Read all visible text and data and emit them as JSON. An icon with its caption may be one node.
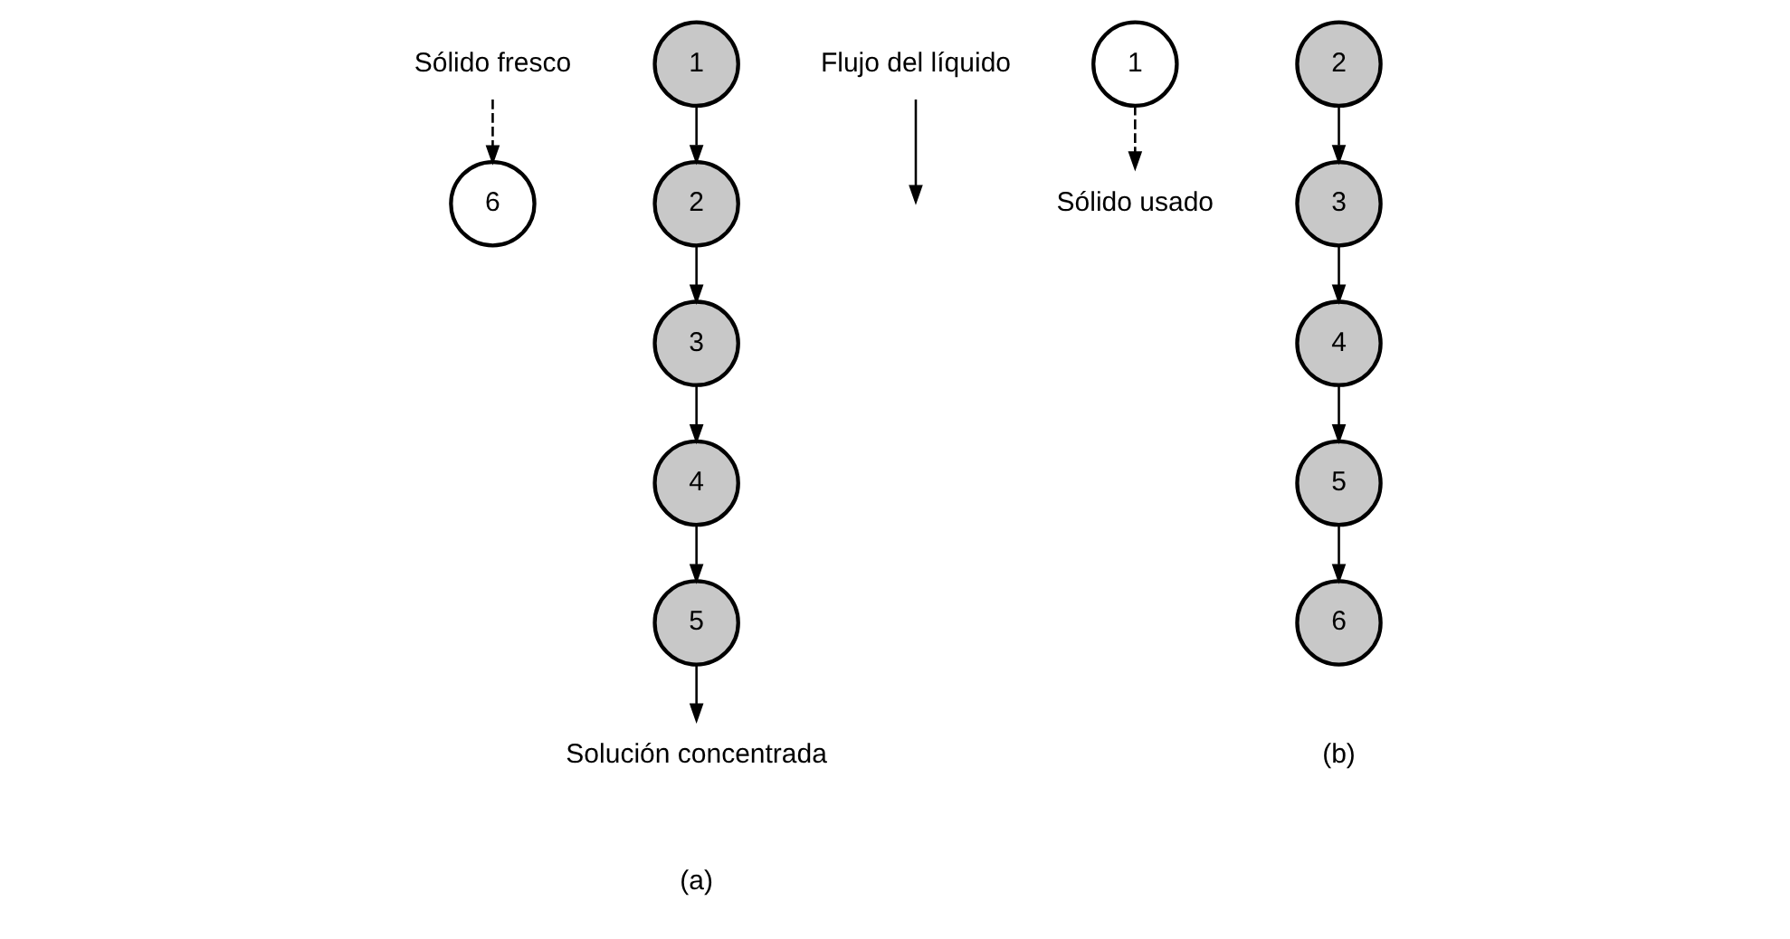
{
  "diagram": {
    "nodes": [
      {
        "text": [
          "Sólido fresco"
        ]
      },
      {
        "text": [
          "6"
        ]
      },
      {
        "text": [
          "1"
        ]
      },
      {
        "text": [
          "2"
        ]
      },
      {
        "text": [
          "3"
        ]
      },
      {
        "text": [
          "4"
        ]
      },
      {
        "text": [
          "5"
        ]
      },
      {
        "text": [
          "Solución concentrada"
        ]
      },
      {
        "text": [
          "Flujo del líquido"
        ]
      },
      {
        "text": [
          "Sólido usado"
        ]
      },
      {
        "text": [
          "1"
        ]
      },
      {
        "text": [
          "2"
        ]
      },
      {
        "text": [
          "3"
        ]
      },
      {
        "text": [
          "4"
        ]
      },
      {
        "text": [
          "5"
        ]
      },
      {
        "text": [
          "6"
        ]
      }
    ],
    "edges": [
      {
        "from": 0,
        "to": 1,
        "arrow": "to",
        "style": "dashed"
      },
      {
        "from": 2,
        "to": 3,
        "arrow": "to"
      },
      {
        "from": 3,
        "to": 4,
        "arrow": "to"
      },
      {
        "from": 4,
        "to": 5,
        "arrow": "to"
      },
      {
        "from": 5,
        "to": 6,
        "arrow": "to"
      },
      {
        "from": 6,
        "to": 7,
        "arrow": "to"
      },
      {
        "from": 8,
        "to": null,
        "arrow": "to"
      },
      {
        "from": 10,
        "to": 9,
        "arrow": "to",
        "style": "dashed"
      },
      {
        "from": 11,
        "to": 12,
        "arrow": "to"
      },
      {
        "from": 12,
        "to": 13,
        "arrow": "to"
      },
      {
        "from": 13,
        "to": 14,
        "arrow": "to"
      },
      {
        "from": 14,
        "to": 15,
        "arrow": "to"
      }
    ],
    "labels": [
      "(a)",
      "(b)"
    ]
  }
}
